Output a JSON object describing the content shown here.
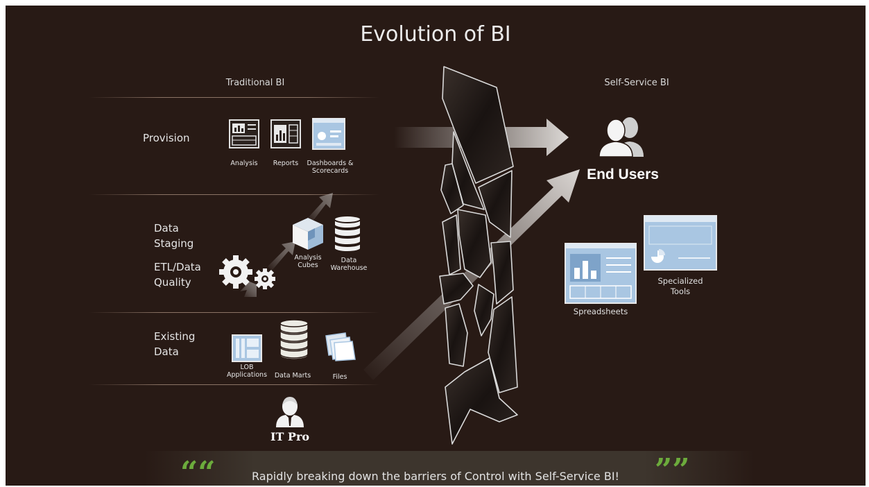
{
  "title": "Evolution of BI",
  "traditional": {
    "heading": "Traditional BI",
    "provision": {
      "label": "Provision",
      "items": [
        "Analysis",
        "Reports",
        "Dashboards &\nScorecards"
      ]
    },
    "data_staging": {
      "label": "Data\nStaging",
      "items": [
        "Analysis\nCubes",
        "Data\nWarehouse"
      ]
    },
    "etl": {
      "label": "ETL/Data\nQuality"
    },
    "existing": {
      "label": "Existing\nData",
      "items": [
        "LOB\nApplications",
        "Data Marts",
        "Files"
      ]
    },
    "it_pro": "IT Pro"
  },
  "self_service": {
    "heading": "Self-Service BI",
    "end_users": "End Users",
    "spreadsheets": "Spreadsheets",
    "specialized": "Specialized\nTools"
  },
  "quote": {
    "open": "““",
    "close": "””",
    "text": "Rapidly breaking down the barriers of Control with Self-Service BI!"
  },
  "colors": {
    "background": "#281a15",
    "quote_mark": "#6cab3c",
    "icon_blue": "#a9c6e2"
  },
  "icons": [
    "analysis-icon",
    "reports-icon",
    "dashboard-icon",
    "cube-icon",
    "database-icon",
    "gears-icon",
    "lob-icon",
    "data-marts-icon",
    "files-icon",
    "it-pro-icon",
    "end-users-icon",
    "spreadsheet-icon",
    "specialized-tools-icon",
    "shattered-glass-barrier"
  ]
}
